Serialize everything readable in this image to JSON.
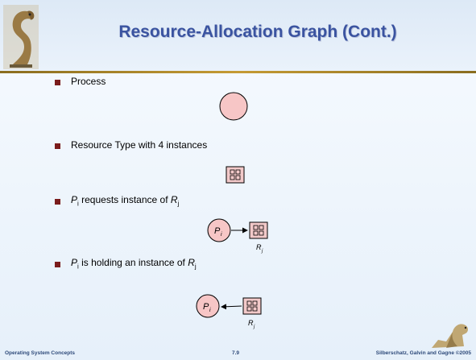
{
  "slide": {
    "title": "Resource-Allocation Graph (Cont.)",
    "items": [
      {
        "text": "Process"
      },
      {
        "text": "Resource Type with 4 instances"
      },
      {
        "p": "P",
        "p_sub": "i",
        "middle": " requests instance of ",
        "r": "R",
        "r_sub": "j"
      },
      {
        "p": "P",
        "p_sub": "i",
        "middle": " is holding an instance of ",
        "r": "R",
        "r_sub": "j"
      }
    ],
    "diagram_labels": {
      "process": "P",
      "process_sub": "i",
      "resource": "R",
      "resource_sub": "j"
    }
  },
  "footer": {
    "left": "Operating System Concepts",
    "center": "7.9",
    "right": "Silberschatz, Galvin and Gagne ©2005"
  },
  "colors": {
    "title": "#3a53a0",
    "process_fill": "#f7c6c6",
    "resource_fill": "#f2c9c9",
    "bullet": "#7a1c1c",
    "footer": "#2e4a7a"
  },
  "icons": [
    "dinosaur-logo-icon",
    "dinosaur-corner-icon"
  ]
}
